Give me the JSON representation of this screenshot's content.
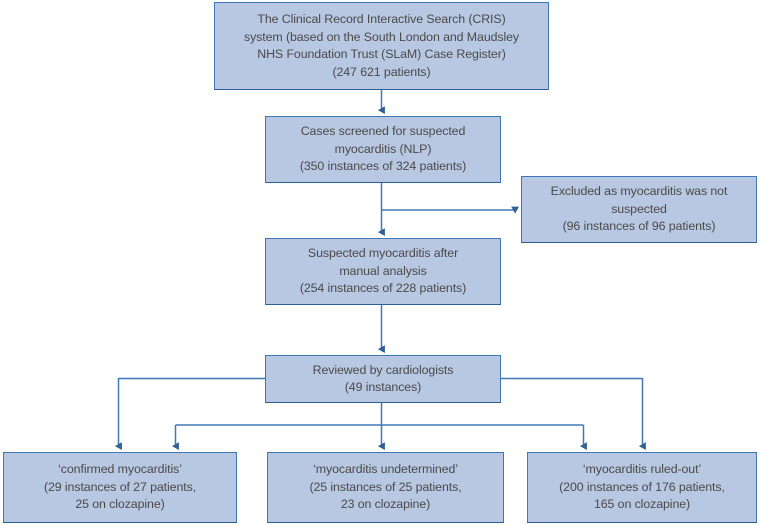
{
  "diagram": {
    "title": "Myocarditis case identification flowchart",
    "colors": {
      "box_fill": "#b9c8e2",
      "box_border": "#3f78b5",
      "connector": "#3f78b5",
      "text": "#4a4a4a"
    },
    "nodes": [
      {
        "id": "cris",
        "text": "The Clinical Record Interactive Search (CRIS)\nsystem (based on the South London and Maudsley\nNHS Foundation Trust (SLaM) Case Register)\n(247 621 patients)"
      },
      {
        "id": "screened",
        "text": "Cases screened for suspected\nmyocarditis (NLP)\n(350 instances of 324 patients)"
      },
      {
        "id": "excluded",
        "text": "Excluded as myocarditis was not\nsuspected\n(96 instances of 96 patients)"
      },
      {
        "id": "suspected",
        "text": "Suspected myocarditis after\nmanual analysis\n(254 instances of 228 patients)"
      },
      {
        "id": "reviewed",
        "text": "Reviewed by cardiologists\n(49 instances)"
      },
      {
        "id": "confirmed",
        "text": "‘confirmed myocarditis’\n(29 instances of 27 patients,\n25 on clozapine)"
      },
      {
        "id": "undetermined",
        "text": "‘myocarditis undetermined’\n(25 instances of 25 patients,\n23 on clozapine)"
      },
      {
        "id": "ruledout",
        "text": "‘myocarditis ruled-out’\n(200 instances of 176 patients,\n165 on clozapine)"
      }
    ],
    "edges": [
      {
        "id": "cris-to-screened",
        "from": "cris",
        "to": "screened"
      },
      {
        "id": "screened-to-suspected",
        "from": "screened",
        "to": "suspected"
      },
      {
        "id": "screened-to-excluded",
        "from": "screened",
        "to": "excluded"
      },
      {
        "id": "suspected-to-reviewed",
        "from": "suspected",
        "to": "reviewed"
      },
      {
        "id": "reviewed-left-to-confirmed",
        "from": "reviewed",
        "to": "confirmed"
      },
      {
        "id": "reviewed-bus-to-confirmed",
        "from": "reviewed",
        "to": "confirmed"
      },
      {
        "id": "reviewed-to-undetermined",
        "from": "reviewed",
        "to": "undetermined"
      },
      {
        "id": "reviewed-bus-to-ruledout",
        "from": "reviewed",
        "to": "ruledout"
      },
      {
        "id": "reviewed-right-to-ruledout",
        "from": "reviewed",
        "to": "ruledout"
      }
    ]
  }
}
